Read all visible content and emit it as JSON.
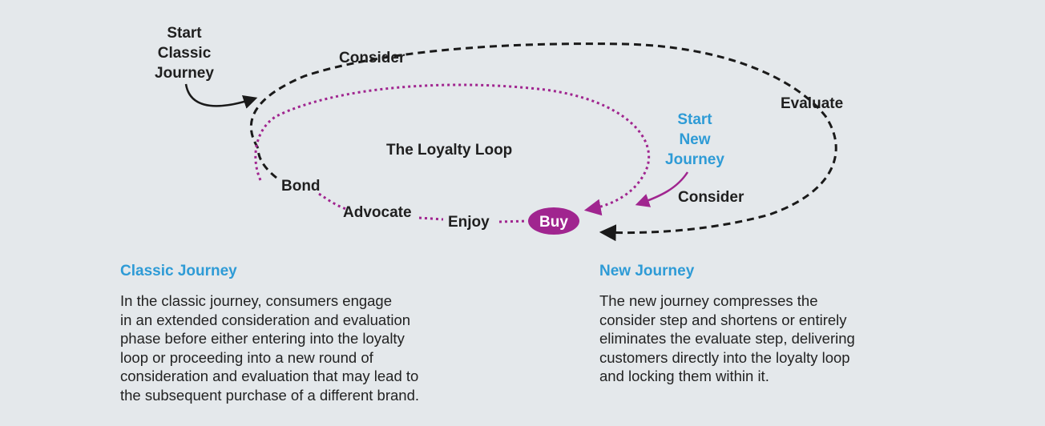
{
  "diagram": {
    "start_classic": [
      "Start",
      "Classic",
      "Journey"
    ],
    "start_new": [
      "Start",
      "New",
      "Journey"
    ],
    "loyalty_loop_title": "The Loyalty Loop",
    "nodes": {
      "consider_classic": "Consider",
      "evaluate": "Evaluate",
      "consider_new": "Consider",
      "buy": "Buy",
      "enjoy": "Enjoy",
      "advocate": "Advocate",
      "bond": "Bond"
    },
    "colors": {
      "classic_path": "#1a1a1a",
      "loyalty_path": "#a0258f",
      "accent_blue": "#2e9bd6",
      "background": "#e4e8eb"
    }
  },
  "classic_panel": {
    "title": "Classic Journey",
    "lines": [
      "In the classic journey, consumers engage",
      "in an extended consideration and evaluation",
      "phase before either entering into the loyalty",
      "loop or proceeding into a new round of",
      "consideration and evaluation that may lead to",
      "the subsequent purchase of a different brand."
    ]
  },
  "new_panel": {
    "title": "New Journey",
    "lines": [
      "The new journey compresses the",
      "consider step and shortens or entirely",
      "eliminates the evaluate step, delivering",
      "customers directly into the loyalty loop",
      "and locking them within it."
    ]
  }
}
